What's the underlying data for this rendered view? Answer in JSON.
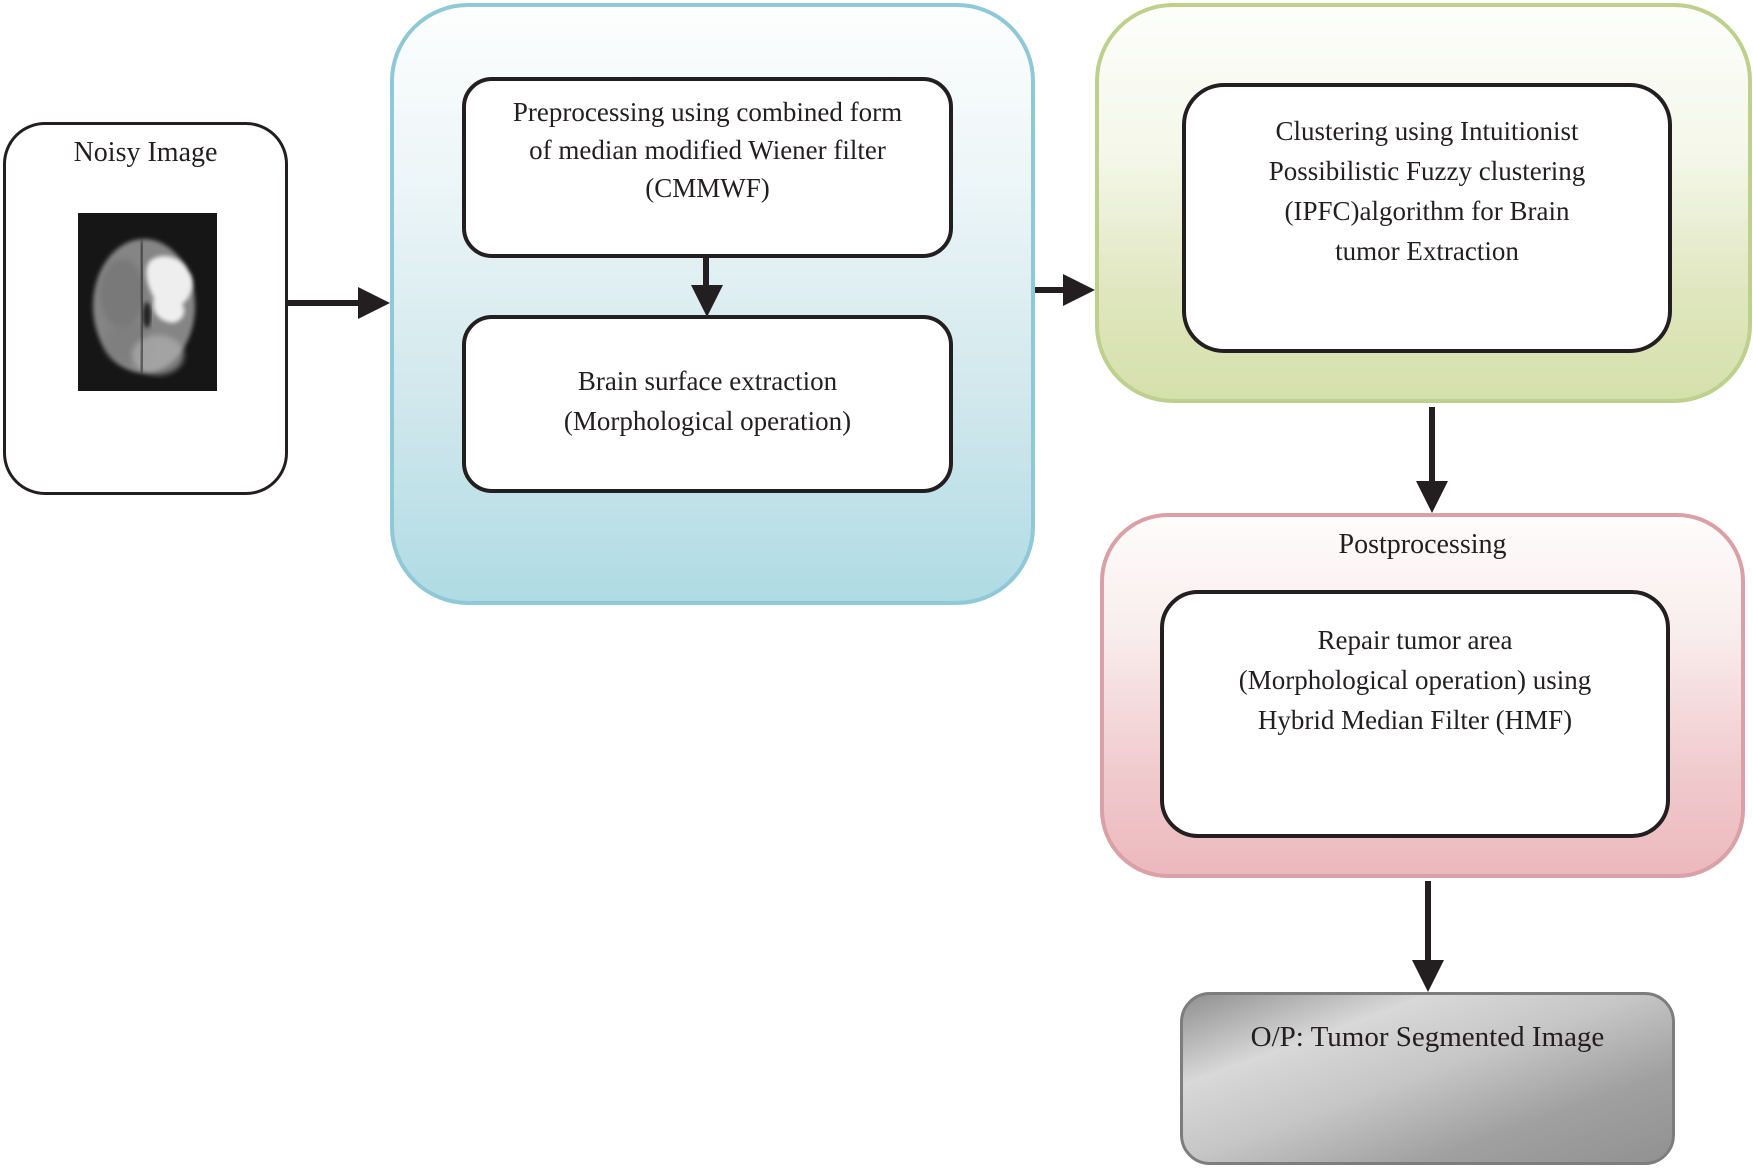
{
  "flowchart": {
    "noisy_image": {
      "title": "Noisy Image",
      "image": "brain-mri-scan-with-tumor"
    },
    "preprocessing_group": {
      "filter_box": {
        "lines": [
          "Preprocessing using combined form",
          "of median modified Wiener filter",
          "(CMMWF)"
        ]
      },
      "surface_box": {
        "lines": [
          "Brain surface extraction",
          "(Morphological operation)"
        ]
      }
    },
    "clustering_group": {
      "clustering_box": {
        "lines": [
          "Clustering using Intuitionist",
          "Possibilistic Fuzzy clustering",
          "(IPFC)algorithm for Brain",
          "tumor Extraction"
        ]
      }
    },
    "postprocessing_group": {
      "title": "Postprocessing",
      "repair_box": {
        "lines": [
          "Repair tumor area",
          "(Morphological operation) using",
          "Hybrid Median Filter (HMF)"
        ]
      }
    },
    "output_box": {
      "label": "O/P: Tumor Segmented Image"
    }
  },
  "colors": {
    "text": "#231f20",
    "box_border": "#231f20",
    "arrow": "#231f20",
    "blue_container_border": "#8fc8d7",
    "blue_container_fill_bottom": "#afdbe4",
    "green_container_border": "#bdd08c",
    "green_container_fill_bottom": "#d6e0ac",
    "red_container_border": "#d9a0a6",
    "red_container_fill_bottom": "#ecb9bd",
    "output_box_border": "#7d7d7d",
    "output_box_fill": "#b0b0b0"
  }
}
